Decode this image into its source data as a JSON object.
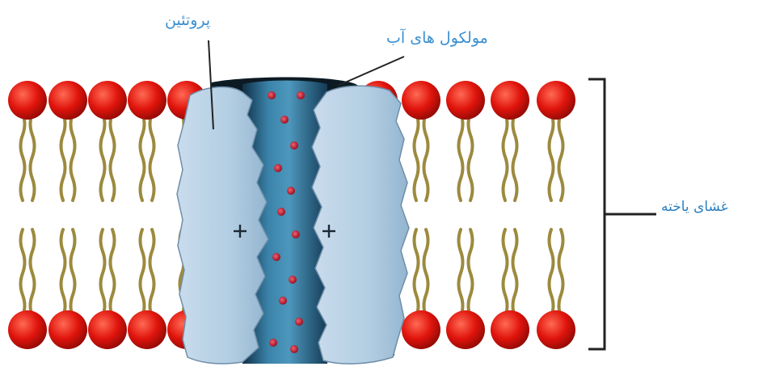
{
  "labels": {
    "protein": "پروتئین",
    "water_molecules": "مولکول های آب",
    "cell_membrane": "غشای یاخته"
  },
  "colors": {
    "phospholipid_head": "#e0140c",
    "phospholipid_tail": "#9c8a3e",
    "protein": "#b4cfe4",
    "channel": "#2f6a8c",
    "water_molecule": "#b8202a",
    "label_text": "#3a8fd0",
    "membrane_label_text": "#2a7fc0",
    "bracket": "#222222"
  },
  "icons": {
    "charge_marks": "plus-sign"
  }
}
